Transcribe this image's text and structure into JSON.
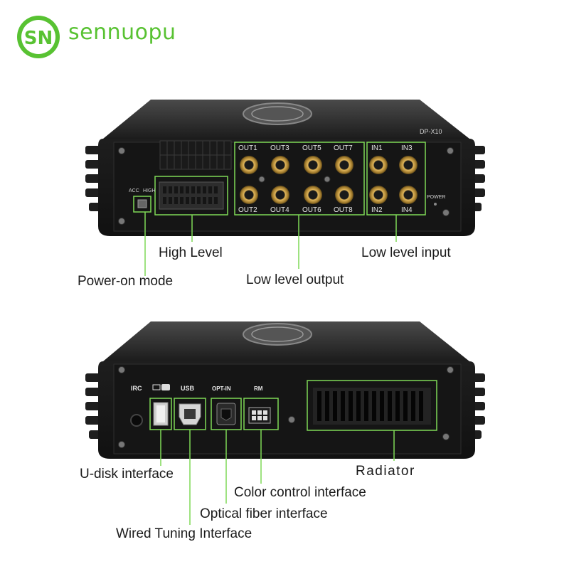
{
  "brand": {
    "name": "sennuopu",
    "logo_letters": "SN",
    "color": "#58c232"
  },
  "top_device": {
    "model": "DP-X10",
    "outputs": [
      "OUT1",
      "OUT3",
      "OUT5",
      "OUT7",
      "OUT2",
      "OUT4",
      "OUT6",
      "OUT8"
    ],
    "inputs": [
      "IN1",
      "IN3",
      "IN2",
      "IN4"
    ],
    "switch_labels": [
      "ACC",
      "HIGH"
    ],
    "power_label": "POWER"
  },
  "bottom_device": {
    "ports": [
      "IRC",
      "USB",
      "OPT-IN",
      "RM"
    ]
  },
  "callouts": {
    "high_level": "High Level",
    "power_on_mode": "Power-on mode",
    "low_level_output": "Low level output",
    "low_level_input": "Low level input",
    "u_disk": "U-disk interface",
    "radiator": "Radiator",
    "color_control": "Color control interface",
    "optical_fiber": "Optical fiber interface",
    "wired_tuning": "Wired Tuning Interface"
  },
  "colors": {
    "highlight": "#7ed957",
    "chassis": "#2b2b2b",
    "gold": "#c9a043"
  }
}
